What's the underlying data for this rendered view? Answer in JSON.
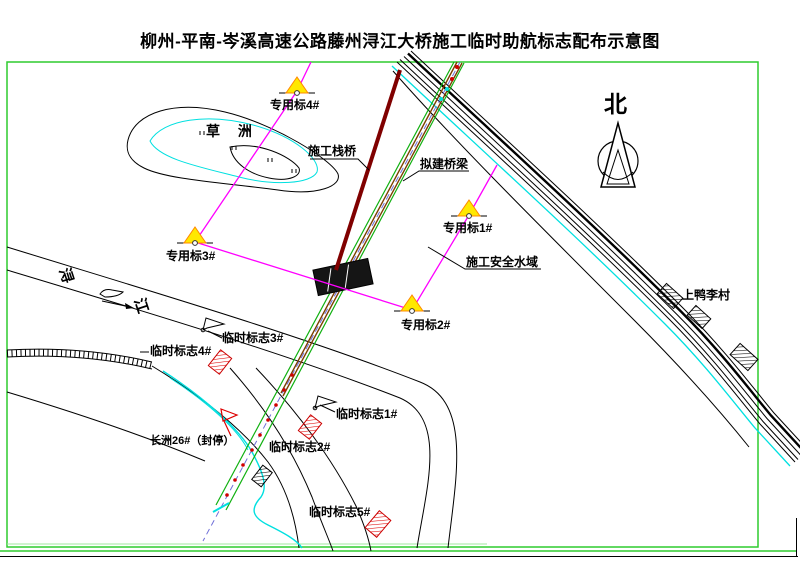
{
  "title": "柳州-平南-岑溪高速公路藤州浔江大桥施工临时助航标志配布示意图",
  "compass": {
    "north_label": "北"
  },
  "map": {
    "island_label": "草 洲",
    "river_name_chars": [
      "浔",
      "江"
    ],
    "village_label": "上鸭李村",
    "trestle_label": "施工栈桥",
    "bridge_label": "拟建桥梁",
    "safety_zone_label": "施工安全水域",
    "closed_berth_label": "长洲26#（封停）",
    "special_marks": [
      {
        "label": "专用标1#"
      },
      {
        "label": "专用标2#"
      },
      {
        "label": "专用标3#"
      },
      {
        "label": "专用标4#"
      }
    ],
    "temp_marks": [
      {
        "label": "临时标志1#"
      },
      {
        "label": "临时标志2#"
      },
      {
        "label": "临时标志3#"
      },
      {
        "label": "临时标志4#"
      },
      {
        "label": "临时标志5#"
      }
    ]
  },
  "colors": {
    "frame_green": "#2ECC2E",
    "safety_zone_magenta": "#FF00FF",
    "trestle_dark_red": "#800000",
    "bridge_brown": "#7B3F00",
    "bridge_axis_blue": "#7070D8",
    "water_cyan": "#00E0E0",
    "mark_yellow": "#FFE800",
    "mark_red": "#DD0000"
  }
}
